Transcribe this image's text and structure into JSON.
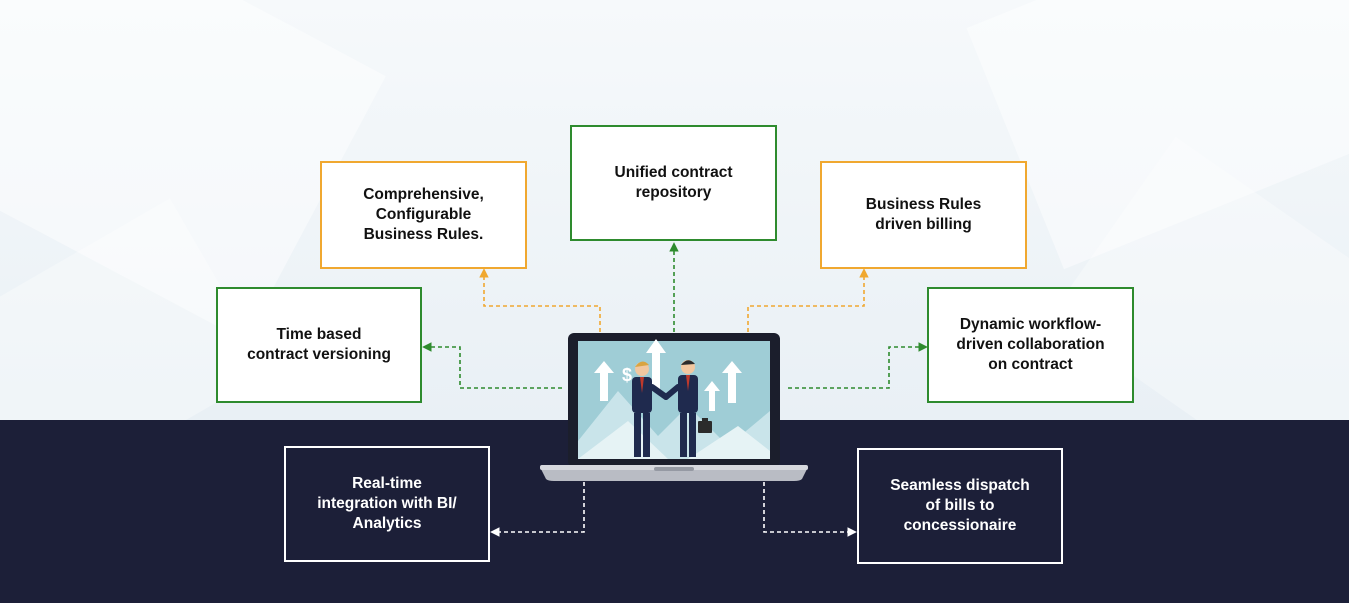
{
  "diagram": {
    "nodes": {
      "unified_repository": "Unified contract\nrepository",
      "business_rules": "Comprehensive,\nConfigurable\nBusiness Rules.",
      "rules_billing": "Business Rules\ndriven billing",
      "time_versioning": "Time based\ncontract versioning",
      "dynamic_workflow": "Dynamic workflow-\ndriven collaboration\non contract",
      "bi_integration": "Real-time\nintegration with BI/\nAnalytics",
      "seamless_dispatch": "Seamless dispatch\nof bills to\nconcessionaire"
    },
    "colors": {
      "green": "#2e8b2e",
      "orange": "#f0a830",
      "navy": "#1c1f38",
      "white": "#ffffff"
    },
    "center_icon": "laptop-business-handshake-icon",
    "dollar_symbol": "$"
  }
}
